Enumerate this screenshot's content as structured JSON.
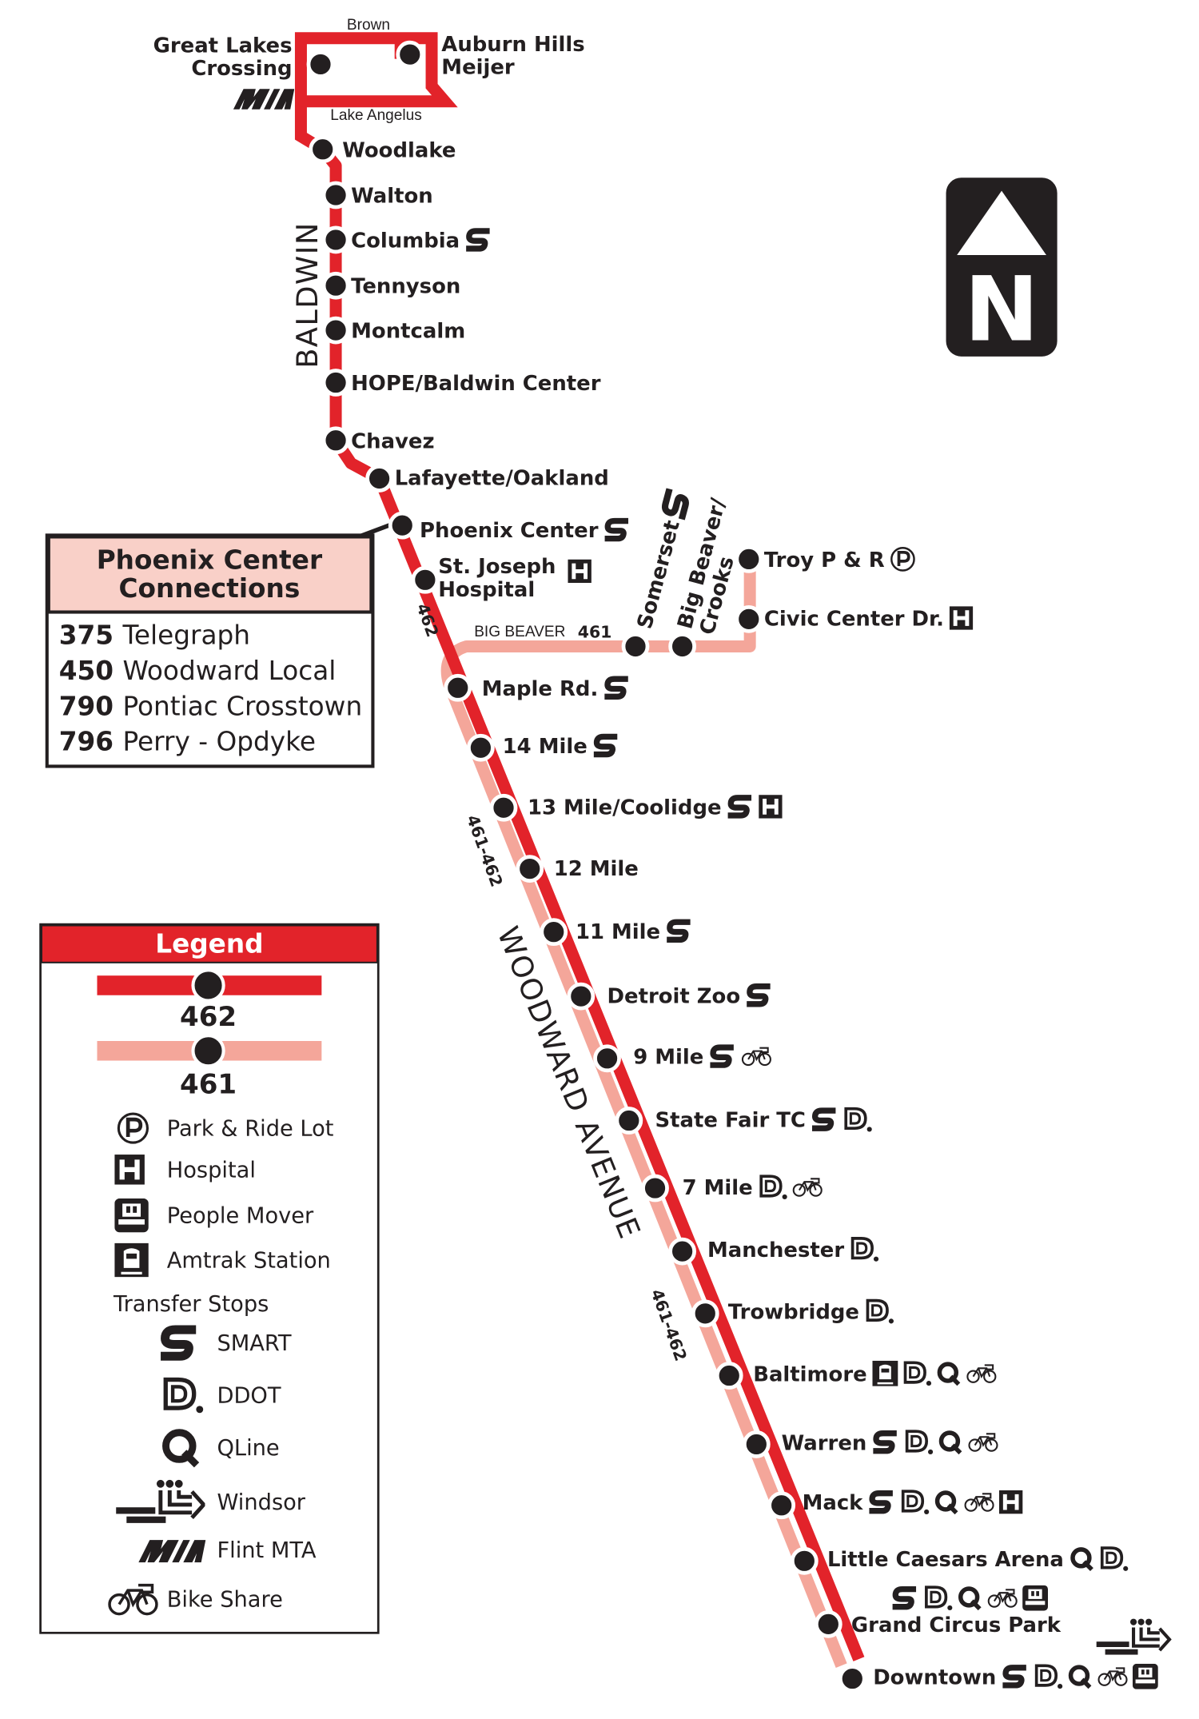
{
  "colors": {
    "route_462": "#e2232a",
    "route_461": "#f4a69a",
    "box_header": "#f9d0c8",
    "ink": "#231f20"
  },
  "top_labels": {
    "brown": "Brown",
    "lake_angelus": "Lake Angelus"
  },
  "roads": {
    "baldwin": "BALDWIN",
    "woodward": "WOODWARD AVENUE",
    "big_beaver": "BIG BEAVER"
  },
  "route_tags": {
    "r462": "462",
    "r461": "461",
    "shared_a": "461-462",
    "shared_b": "461-462"
  },
  "north_arrow": {
    "letter": "N"
  },
  "stations": [
    {
      "name": [
        "Great Lakes",
        "Crossing"
      ],
      "route": "462",
      "icons": [
        "mta-icon"
      ]
    },
    {
      "name": [
        "Auburn Hills",
        "Meijer"
      ],
      "route": "462",
      "icons": []
    },
    {
      "name": [
        "Woodlake"
      ],
      "route": "462",
      "icons": []
    },
    {
      "name": [
        "Walton"
      ],
      "route": "462",
      "icons": []
    },
    {
      "name": [
        "Columbia"
      ],
      "route": "462",
      "icons": [
        "smart-icon"
      ]
    },
    {
      "name": [
        "Tennyson"
      ],
      "route": "462",
      "icons": []
    },
    {
      "name": [
        "Montcalm"
      ],
      "route": "462",
      "icons": []
    },
    {
      "name": [
        "HOPE/Baldwin Center"
      ],
      "route": "462",
      "icons": []
    },
    {
      "name": [
        "Chavez"
      ],
      "route": "462",
      "icons": []
    },
    {
      "name": [
        "Lafayette/Oakland"
      ],
      "route": "462",
      "icons": []
    },
    {
      "name": [
        "Phoenix Center"
      ],
      "route": "462",
      "icons": [
        "smart-icon"
      ]
    },
    {
      "name": [
        "St. Joseph",
        "Hospital"
      ],
      "route": "462",
      "icons": [
        "hospital-icon"
      ]
    },
    {
      "name": [
        "Maple Rd."
      ],
      "route": "461-462",
      "icons": [
        "smart-icon"
      ]
    },
    {
      "name": [
        "14 Mile"
      ],
      "route": "461-462",
      "icons": [
        "smart-icon"
      ]
    },
    {
      "name": [
        "13 Mile/Coolidge"
      ],
      "route": "461-462",
      "icons": [
        "smart-icon",
        "hospital-icon"
      ]
    },
    {
      "name": [
        "12 Mile"
      ],
      "route": "461-462",
      "icons": []
    },
    {
      "name": [
        "11 Mile"
      ],
      "route": "461-462",
      "icons": [
        "smart-icon"
      ]
    },
    {
      "name": [
        "Detroit Zoo"
      ],
      "route": "461-462",
      "icons": [
        "smart-icon"
      ]
    },
    {
      "name": [
        "9 Mile"
      ],
      "route": "461-462",
      "icons": [
        "smart-icon",
        "bike-share-icon"
      ]
    },
    {
      "name": [
        "State Fair TC"
      ],
      "route": "461-462",
      "icons": [
        "smart-icon",
        "ddot-icon"
      ]
    },
    {
      "name": [
        "7 Mile"
      ],
      "route": "461-462",
      "icons": [
        "ddot-icon",
        "bike-share-icon"
      ]
    },
    {
      "name": [
        "Manchester"
      ],
      "route": "461-462",
      "icons": [
        "ddot-icon"
      ]
    },
    {
      "name": [
        "Trowbridge"
      ],
      "route": "461-462",
      "icons": [
        "ddot-icon"
      ]
    },
    {
      "name": [
        "Baltimore"
      ],
      "route": "461-462",
      "icons": [
        "amtrak-icon",
        "ddot-icon",
        "qline-icon",
        "bike-share-icon"
      ]
    },
    {
      "name": [
        "Warren"
      ],
      "route": "461-462",
      "icons": [
        "smart-icon",
        "ddot-icon",
        "qline-icon",
        "bike-share-icon"
      ]
    },
    {
      "name": [
        "Mack"
      ],
      "route": "461-462",
      "icons": [
        "smart-icon",
        "ddot-icon",
        "qline-icon",
        "bike-share-icon",
        "hospital-icon"
      ]
    },
    {
      "name": [
        "Little Caesars Arena"
      ],
      "route": "461-462",
      "icons": [
        "qline-icon",
        "ddot-icon"
      ]
    },
    {
      "name": [
        "Grand Circus Park"
      ],
      "route": "461-462",
      "icons": [
        "smart-icon",
        "ddot-icon",
        "qline-icon",
        "bike-share-icon",
        "people-mover-icon"
      ]
    },
    {
      "name": [
        "Downtown"
      ],
      "route": "461-462",
      "icons": [
        "smart-icon",
        "ddot-icon",
        "qline-icon",
        "bike-share-icon",
        "people-mover-icon"
      ]
    },
    {
      "name": [
        "Somerset"
      ],
      "route": "461",
      "icons": [
        "smart-icon"
      ]
    },
    {
      "name": [
        "Big Beaver/",
        "Crooks"
      ],
      "route": "461",
      "icons": []
    },
    {
      "name": [
        "Troy P & R"
      ],
      "route": "461",
      "icons": [
        "park-ride-icon"
      ]
    },
    {
      "name": [
        "Civic Center Dr."
      ],
      "route": "461",
      "icons": [
        "hospital-icon"
      ]
    }
  ],
  "phoenix_box": {
    "title": [
      "Phoenix Center",
      "Connections"
    ],
    "routes": [
      {
        "number": "375",
        "name": "Telegraph"
      },
      {
        "number": "450",
        "name": "Woodward Local"
      },
      {
        "number": "790",
        "name": "Pontiac Crosstown"
      },
      {
        "number": "796",
        "name": "Perry - Opdyke"
      }
    ]
  },
  "legend": {
    "title": "Legend",
    "routes": [
      "462",
      "461"
    ],
    "symbols": [
      {
        "icon": "park-ride-icon",
        "label": "Park & Ride Lot"
      },
      {
        "icon": "hospital-icon",
        "label": "Hospital"
      },
      {
        "icon": "people-mover-icon",
        "label": "People Mover"
      },
      {
        "icon": "amtrak-icon",
        "label": "Amtrak Station"
      }
    ],
    "transfer_heading": "Transfer Stops",
    "transfers": [
      {
        "icon": "smart-icon",
        "label": "SMART"
      },
      {
        "icon": "ddot-icon",
        "label": "DDOT"
      },
      {
        "icon": "qline-icon",
        "label": "QLine"
      },
      {
        "icon": "windsor-icon",
        "label": "Windsor"
      },
      {
        "icon": "mta-icon",
        "label": "Flint MTA"
      },
      {
        "icon": "bike-share-icon",
        "label": "Bike Share"
      }
    ]
  }
}
